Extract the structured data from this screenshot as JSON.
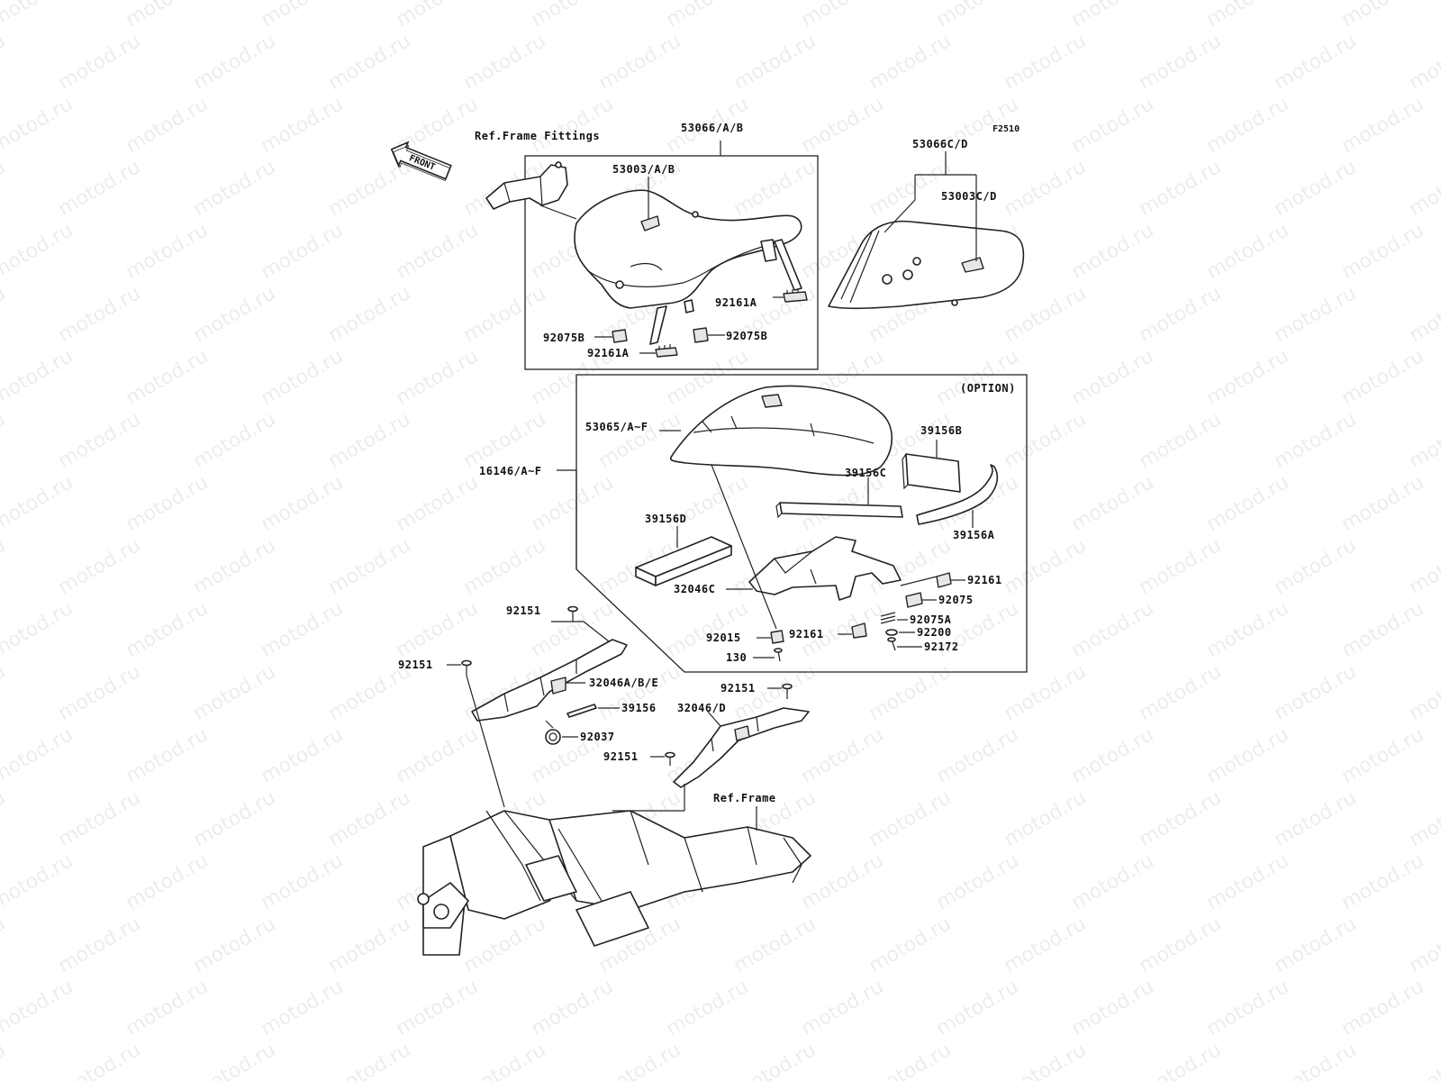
{
  "diagram_code": "F2510",
  "watermark": "motod.ru",
  "front_arrow": "FRONT",
  "option_label": "(OPTION)",
  "callouts": {
    "ref_frame_fittings": "Ref.Frame Fittings",
    "c53066ab": "53066/A/B",
    "c53003ab": "53003/A/B",
    "c53066cd": "53066C/D",
    "c53003cd": "53003C/D",
    "c92161a_1": "92161A",
    "c92075b_1": "92075B",
    "c92075b_2": "92075B",
    "c92161a_2": "92161A",
    "c53065": "53065/A~F",
    "c16146": "16146/A~F",
    "c39156b": "39156B",
    "c39156c": "39156C",
    "c39156a": "39156A",
    "c39156d": "39156D",
    "c32046c": "32046C",
    "c92161_1": "92161",
    "c92075": "92075",
    "c92075a": "92075A",
    "c92015": "92015",
    "c92161_2": "92161",
    "c92200": "92200",
    "c130": "130",
    "c92172": "92172",
    "c92151_1": "92151",
    "c92151_2": "92151",
    "c32046abe": "32046A/B/E",
    "c39156": "39156",
    "c92037": "92037",
    "c92151_3": "92151",
    "c32046d": "32046/D",
    "c92151_4": "92151",
    "ref_frame": "Ref.Frame"
  },
  "colors": {
    "line": "#222222",
    "background": "#ffffff"
  }
}
